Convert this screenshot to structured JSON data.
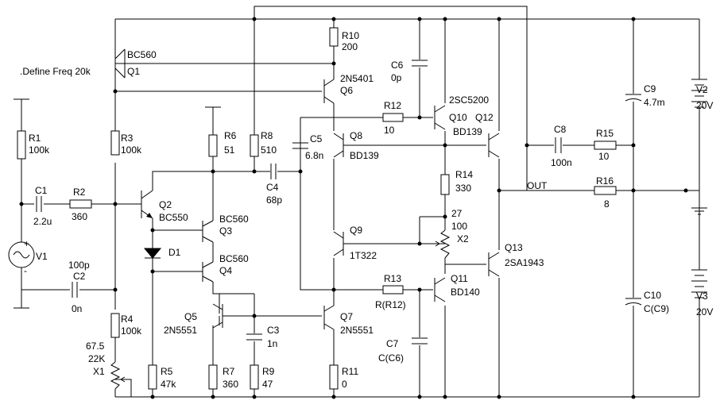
{
  "directive": ".Define Freq 20k",
  "net_label": "OUT",
  "source": {
    "name": "V1",
    "plus": "+",
    "minus": "-"
  },
  "resistors": [
    {
      "id": "R1",
      "name": "R1",
      "value": "100k"
    },
    {
      "id": "R2",
      "name": "R2",
      "value": "360"
    },
    {
      "id": "R3",
      "name": "R3",
      "value": "100k"
    },
    {
      "id": "R4",
      "name": "R4",
      "value": "100k"
    },
    {
      "id": "R5",
      "name": "R5",
      "value": "47k"
    },
    {
      "id": "R6",
      "name": "R6",
      "value": "51"
    },
    {
      "id": "R7",
      "name": "R7",
      "value": "360"
    },
    {
      "id": "R8",
      "name": "R8",
      "value": "510"
    },
    {
      "id": "R9",
      "name": "R9",
      "value": "47"
    },
    {
      "id": "R10",
      "name": "R10",
      "value": "200"
    },
    {
      "id": "R11",
      "name": "R11",
      "value": "0"
    },
    {
      "id": "R12",
      "name": "R12",
      "value": "10"
    },
    {
      "id": "R13",
      "name": "R13",
      "value": "R(R12)"
    },
    {
      "id": "R14",
      "name": "R14",
      "value": "330"
    },
    {
      "id": "R15",
      "name": "R15",
      "value": "10"
    },
    {
      "id": "R16",
      "name": "R16",
      "value": "8"
    }
  ],
  "capacitors": [
    {
      "id": "C1",
      "name": "C1",
      "value": "2.2u"
    },
    {
      "id": "C2",
      "name": "C2",
      "value": "0n",
      "extra": "100p"
    },
    {
      "id": "C3",
      "name": "C3",
      "value": "1n"
    },
    {
      "id": "C4",
      "name": "C4",
      "value": "68p"
    },
    {
      "id": "C5",
      "name": "C5",
      "value": "6.8n"
    },
    {
      "id": "C6",
      "name": "C6",
      "value": "0p"
    },
    {
      "id": "C7",
      "name": "C7",
      "value": "C(C6)"
    },
    {
      "id": "C8",
      "name": "C8",
      "value": "100n"
    },
    {
      "id": "C9",
      "name": "C9",
      "value": "4.7m"
    },
    {
      "id": "C10",
      "name": "C10",
      "value": "C(C9)"
    }
  ],
  "transistors": [
    {
      "id": "Q1",
      "name": "Q1",
      "part": "BC560"
    },
    {
      "id": "Q2",
      "name": "Q2",
      "part": "BC550"
    },
    {
      "id": "Q3",
      "name": "Q3",
      "part": "BC560"
    },
    {
      "id": "Q4",
      "name": "Q4",
      "part": "BC560"
    },
    {
      "id": "Q5",
      "name": "Q5",
      "part": "2N5551"
    },
    {
      "id": "Q6",
      "name": "Q6",
      "part": "2N5401"
    },
    {
      "id": "Q7",
      "name": "Q7",
      "part": "2N5551"
    },
    {
      "id": "Q8",
      "name": "Q8",
      "part": "BD139"
    },
    {
      "id": "Q9",
      "name": "Q9",
      "part": "1T322"
    },
    {
      "id": "Q10",
      "name": "Q10",
      "part": "2SC5200"
    },
    {
      "id": "Q11",
      "name": "Q11",
      "part": "BD140"
    },
    {
      "id": "Q12",
      "name": "Q12",
      "part": "BD139"
    },
    {
      "id": "Q13",
      "name": "Q13",
      "part": "2SA1943"
    }
  ],
  "diode": {
    "name": "D1"
  },
  "pots": [
    {
      "id": "X1",
      "name": "X1",
      "value1": "67.5",
      "value2": "22K"
    },
    {
      "id": "X2",
      "name": "X2",
      "value1": "27",
      "value2": "100"
    }
  ],
  "supplies": [
    {
      "id": "V2",
      "name": "V2",
      "value": "20V"
    },
    {
      "id": "V3",
      "name": "V3",
      "value": "20V"
    }
  ]
}
